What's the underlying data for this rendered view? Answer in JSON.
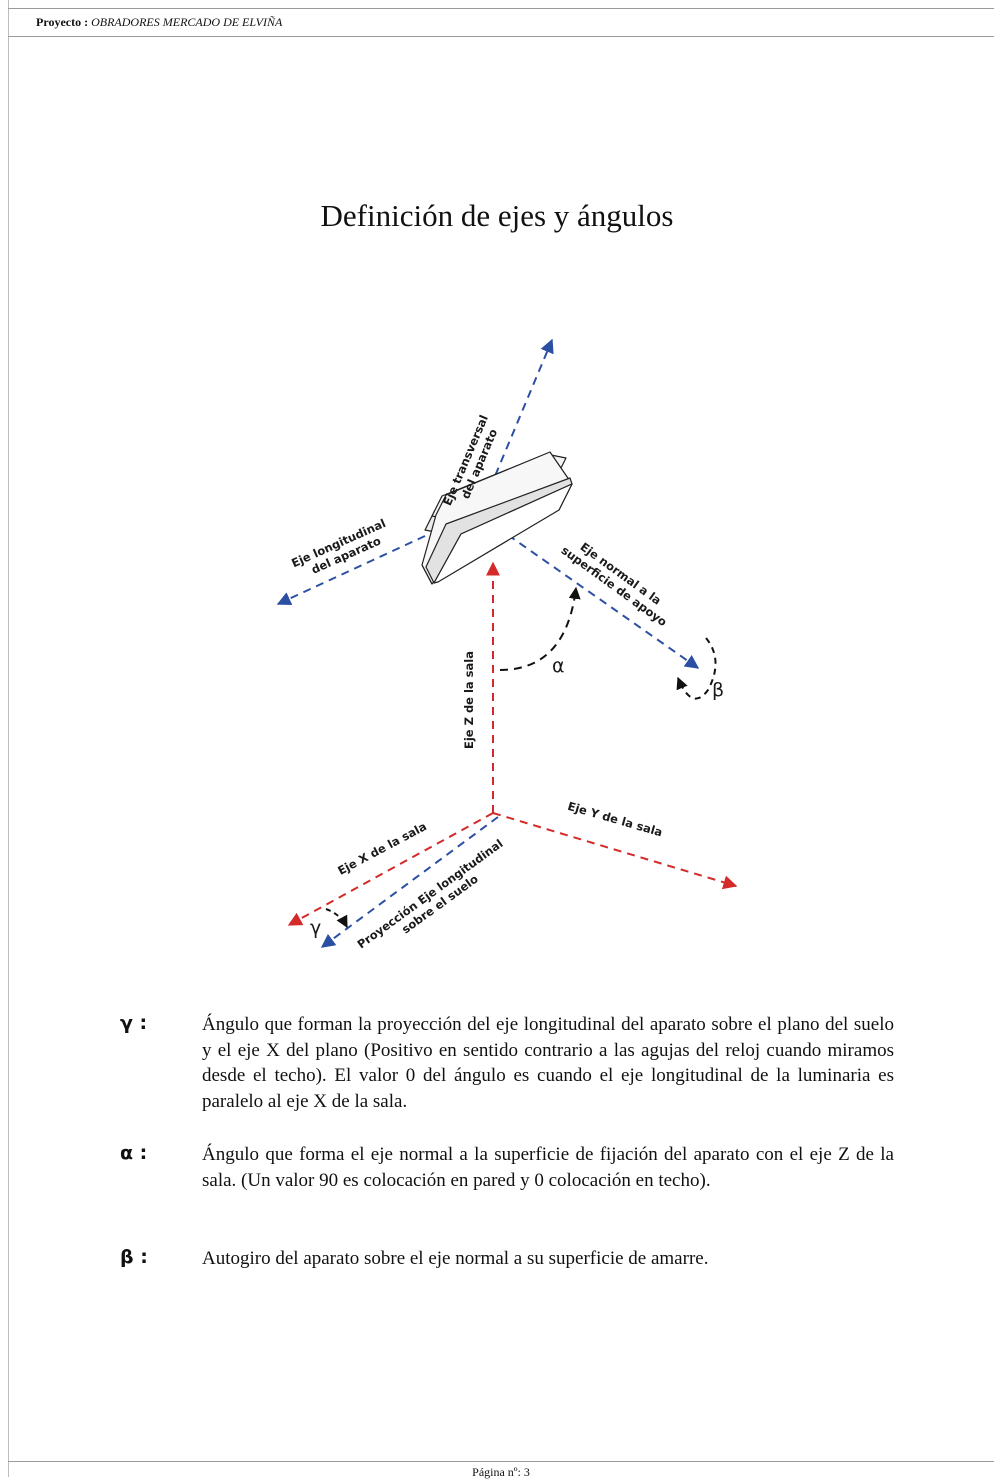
{
  "header": {
    "project_label": "Proyecto :",
    "project_name": "OBRADORES MERCADO DE ELVIÑA"
  },
  "title": "Definición de ejes y ángulos",
  "diagram": {
    "labels": {
      "transversal_line1": "Eje transversal",
      "transversal_line2": "del aparato",
      "longitudinal_line1": "Eje longitudinal",
      "longitudinal_line2": "del aparato",
      "normal_line1": "Eje normal a la",
      "normal_line2": "superficie de apoyo",
      "z_axis": "Eje Z de la sala",
      "y_axis": "Eje Y de la sala",
      "x_axis": "Eje X de la sala",
      "projection_line1": "Proyección Eje longitudinal",
      "projection_line2": "sobre el suelo"
    },
    "greek": {
      "alpha": "α",
      "beta": "β",
      "gamma": "γ"
    },
    "colors": {
      "room_axes": "#d42a2a",
      "device_axes": "#2b4fa3",
      "angles": "#111111"
    }
  },
  "definitions": [
    {
      "symbol": "γ :",
      "text": "Ángulo que forman la proyección del eje longitudinal del aparato sobre el plano del suelo y el eje X del plano (Positivo en sentido contrario a las agujas del reloj cuando miramos desde el techo). El valor 0 del ángulo es cuando el eje longitudinal de la luminaria es paralelo al eje X de la sala."
    },
    {
      "symbol": "α :",
      "text": "Ángulo que forma el eje normal a la superficie de fijación del aparato con el eje Z de la sala. (Un valor 90 es colocación en pared y 0 colocación en techo)."
    },
    {
      "symbol": "β :",
      "text": "Autogiro del aparato sobre el eje normal a su superficie de amarre."
    }
  ],
  "footer": {
    "page_label": "Página nº: 3"
  }
}
